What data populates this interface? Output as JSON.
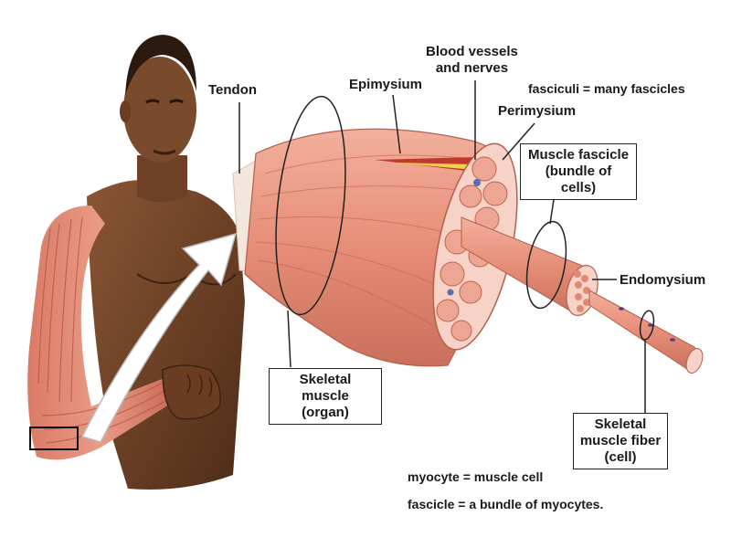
{
  "labels": {
    "tendon": "Tendon",
    "epimysium": "Epimysium",
    "blood_vessels_line1": "Blood vessels",
    "blood_vessels_line2": "and nerves",
    "perimysium": "Perimysium",
    "fasciculi_note": "fasciculi = many fascicles",
    "muscle_fascicle_line1": "Muscle fascicle",
    "muscle_fascicle_line2": "(bundle of cells)",
    "endomysium": "Endomysium",
    "skeletal_muscle_line1": "Skeletal muscle",
    "skeletal_muscle_line2": "(organ)",
    "muscle_fiber_line1": "Skeletal",
    "muscle_fiber_line2": "muscle fiber",
    "muscle_fiber_line3": "(cell)",
    "myocyte_note": "myocyte = muscle cell",
    "fascicle_note": "fascicle = a bundle of myocytes."
  },
  "colors": {
    "muscle": "#e8907a",
    "muscle_dark": "#c86a58",
    "muscle_light": "#f4b8a4",
    "skin": "#7a4a2c",
    "skin_dark": "#4e2c18",
    "tendon": "#f3e6dc",
    "fascicle_fill": "#f6d3c6",
    "vessel_red": "#c2382a",
    "vessel_yellow": "#f0d24a"
  }
}
